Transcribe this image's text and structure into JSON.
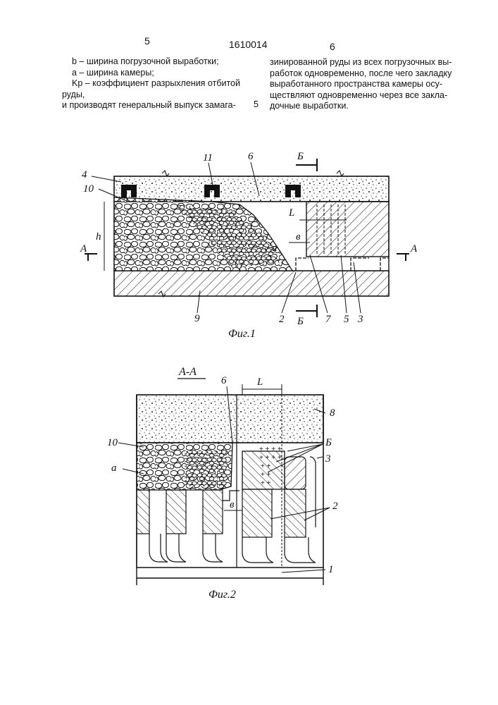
{
  "header": {
    "page_left": "5",
    "patent_number": "1610014",
    "page_right": "6"
  },
  "left_column": [
    "b – ширина погрузочной выработки;",
    "a – ширина камеры;",
    "Kр – коэффициент разрыхления отбитой",
    "руды,",
    "и производят генеральный выпуск замага-"
  ],
  "line_marker": "5",
  "right_column": [
    "зинированной руды из всех погрузочных вы-",
    "работок одновременно, после чего закладку",
    "выработанного пространства камеры осу-",
    "ществляют одновременно через все закла-",
    "дочные выработки."
  ],
  "figure1": {
    "caption": "Фиг.1",
    "labels": [
      "4",
      "10",
      "11",
      "6",
      "Б",
      "L",
      "в",
      "а",
      "h",
      "А",
      "А",
      "9",
      "2",
      "Б",
      "7",
      "5",
      "3"
    ]
  },
  "figure2": {
    "section_title": "А-А",
    "caption": "Фиг.2",
    "labels": [
      "6",
      "L",
      "8",
      "10",
      "Б",
      "3",
      "а",
      "в",
      "2",
      "1"
    ]
  }
}
